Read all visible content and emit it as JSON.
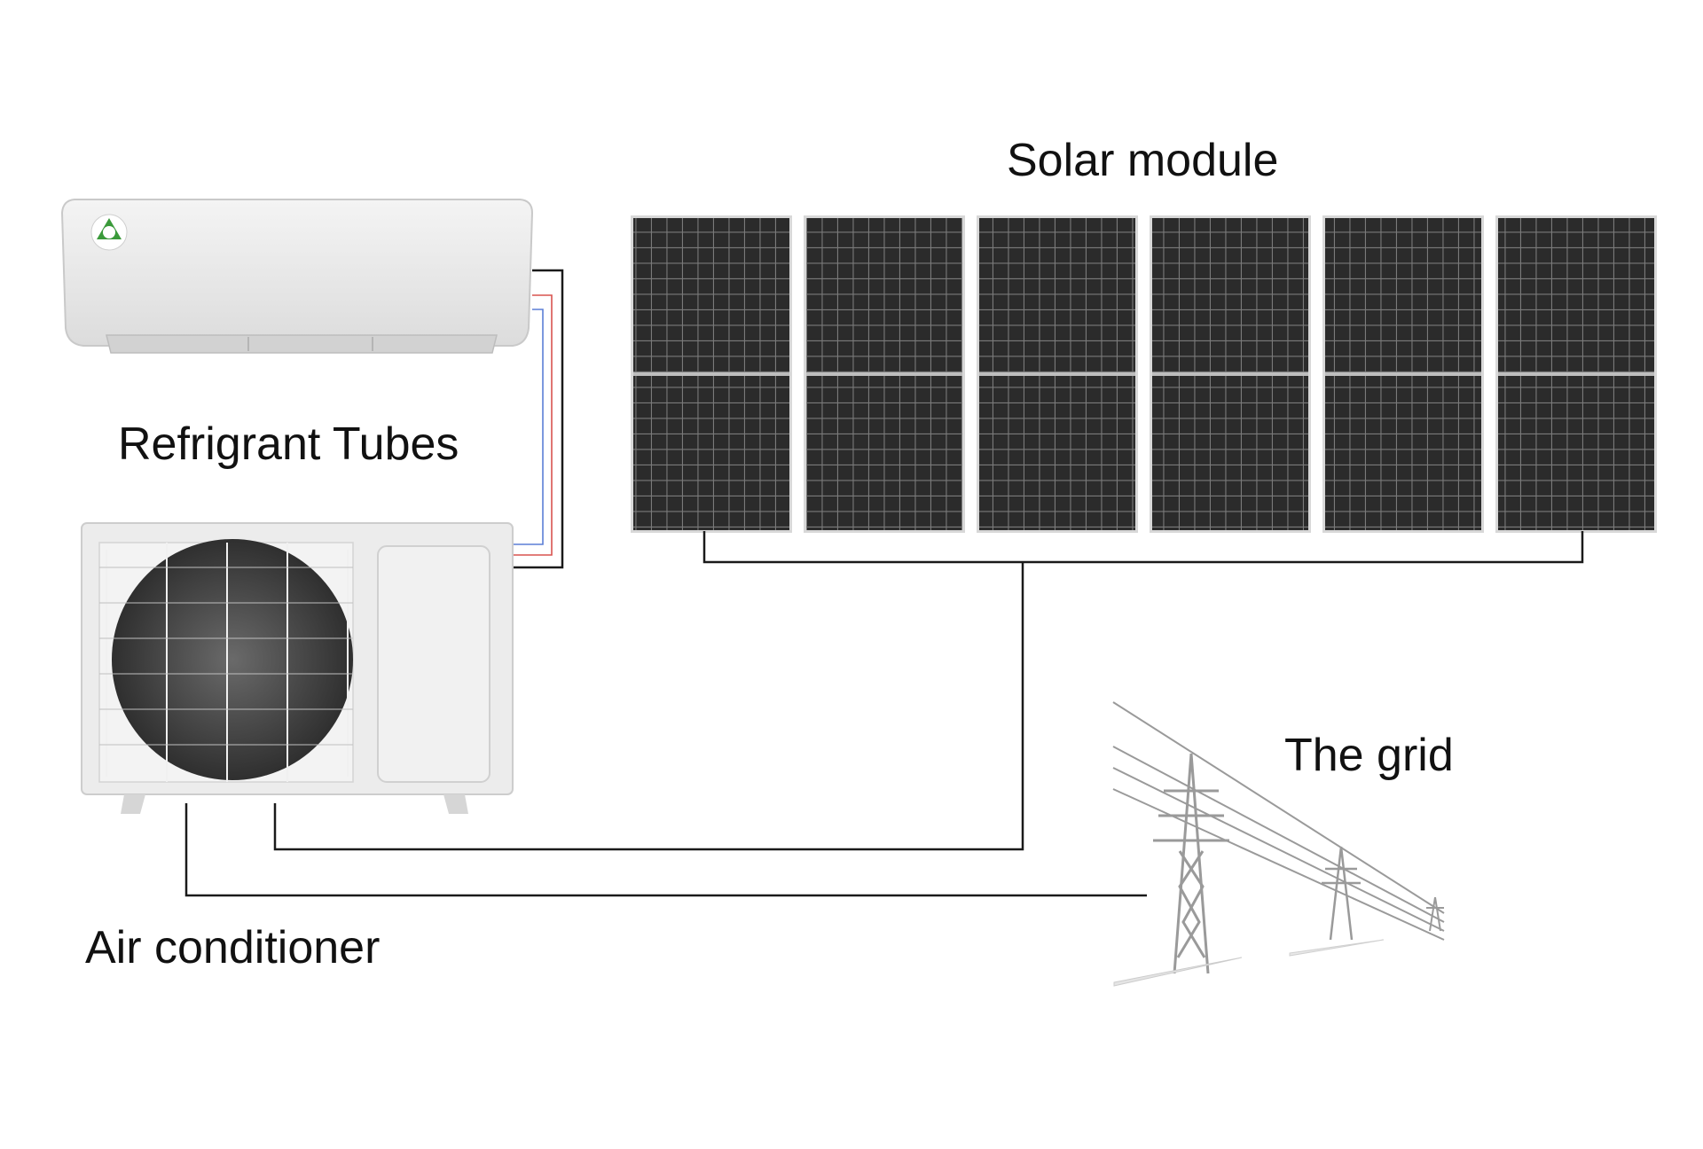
{
  "labels": {
    "solar_module": "Solar module",
    "refrigerant_tubes": "Refrigrant Tubes",
    "air_conditioner": "Air conditioner",
    "the_grid": "The grid"
  },
  "components": {
    "solar_panel_count": 6,
    "transmission_tower_count": 3
  },
  "colors": {
    "panel_cell": "#2b2b2b",
    "panel_grid": "#7a7a7a",
    "unit_body": "#e9e9e9",
    "wire": "#1a1a1a",
    "tube_red": "#d9534f",
    "tube_blue": "#5b7fd6",
    "logo_green": "#3a9a3a"
  }
}
